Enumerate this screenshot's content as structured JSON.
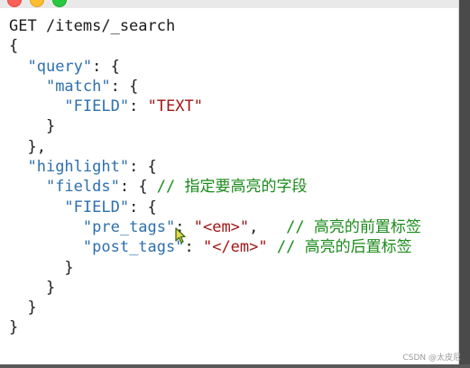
{
  "window": {
    "controls": [
      "close",
      "minimize",
      "zoom"
    ]
  },
  "editor": {
    "lines": [
      {
        "text": "GET /items/_search"
      },
      {
        "text": "{"
      },
      {
        "indent": "  ",
        "key": "\"query\"",
        "after": ": {"
      },
      {
        "indent": "    ",
        "key": "\"match\"",
        "after": ": {"
      },
      {
        "indent": "      ",
        "key": "\"FIELD\"",
        "after": ": ",
        "str": "\"TEXT\""
      },
      {
        "indent": "    ",
        "after": "}"
      },
      {
        "indent": "  ",
        "after": "},"
      },
      {
        "indent": "  ",
        "key": "\"highlight\"",
        "after": ": {"
      },
      {
        "indent": "    ",
        "key": "\"fields\"",
        "after": ": { ",
        "comment": "// 指定要高亮的字段"
      },
      {
        "indent": "      ",
        "key": "\"FIELD\"",
        "after": ": {"
      },
      {
        "indent": "        ",
        "key": "\"pre_tags\"",
        "after": ": ",
        "str": "\"<em>\"",
        "after2": ",   ",
        "comment": "// 高亮的前置标签"
      },
      {
        "indent": "        ",
        "key": "\"post_tags\"",
        "after": ": ",
        "str": "\"</em>\"",
        "after2": " ",
        "comment": "// 高亮的后置标签"
      },
      {
        "indent": "      ",
        "after": "}"
      },
      {
        "indent": "    ",
        "after": "}"
      },
      {
        "indent": "  ",
        "after": "}"
      },
      {
        "text": "}"
      }
    ]
  },
  "watermark": "CSDN @太皮尼",
  "colors": {
    "key": "#2e6fae",
    "string": "#a31515",
    "comment": "#1a8a1a"
  }
}
